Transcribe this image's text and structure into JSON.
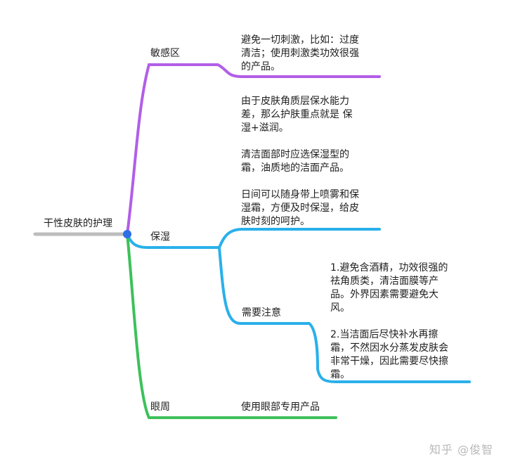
{
  "root": {
    "label": "干性皮肤的护理"
  },
  "branches": {
    "sensitive": {
      "label": "敏感区",
      "color": "#b25ee8",
      "note": "避免一切刺激，比如：过度\n清洁；使用刺激类功效很强\n的产品。"
    },
    "moisture": {
      "label": "保湿",
      "color": "#2ab0ea",
      "note": "由于皮肤角质层保水能力\n差，那么护肤重点就是 保\n湿+滋润。\n\n清洁面部时应选保湿型的\n霜，油质地的洁面产品。\n\n日间可以随身带上喷雾和保\n湿霜，方便及时保湿，给皮\n肤时刻的呵护。",
      "sub": {
        "label": "需要注意",
        "note": "1.避免含酒精，功效很强的\n祛角质类，清洁面膜等产\n品。外界因素需要避免大\n风。\n\n2.当洁面后尽快补水再擦\n霜，不然因水分蒸发皮肤会\n非常干燥，因此需要尽快擦\n霜。"
      }
    },
    "eye": {
      "label": "眼周",
      "color": "#3cc15a",
      "note": "使用眼部专用产品"
    }
  },
  "root_line_color": "#bdbdbd",
  "hub_color": "#2f6fe6",
  "watermark": "知乎 @俊智"
}
